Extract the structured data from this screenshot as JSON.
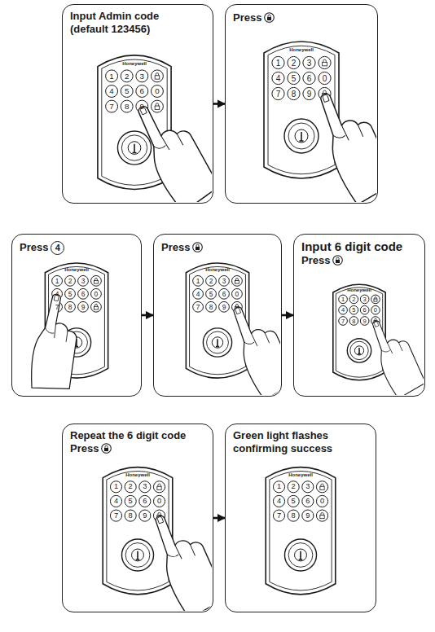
{
  "diagram": {
    "nodes": [
      {
        "text": [
          "Input Admin code (default 123456)"
        ]
      },
      {
        "text": [
          "Press"
        ]
      },
      {
        "text": [
          "Press",
          "4"
        ]
      },
      {
        "text": [
          "Press"
        ]
      },
      {
        "text": [
          "Input 6 digit code",
          "Press"
        ]
      },
      {
        "text": [
          "Repeat the 6 digit code",
          "Press"
        ]
      },
      {
        "text": [
          "Green light flashes confirming success"
        ]
      }
    ],
    "edges": [
      {
        "from": 0,
        "to": 1,
        "arrow": "to"
      },
      {
        "from": 2,
        "to": 3,
        "arrow": "to"
      },
      {
        "from": 3,
        "to": 4,
        "arrow": "to"
      },
      {
        "from": 5,
        "to": 6,
        "arrow": "to"
      }
    ],
    "labels": [
      "Honeywell",
      "1",
      "2",
      "3",
      "4",
      "5",
      "6",
      "0",
      "7",
      "8",
      "9",
      "Honeywell",
      "1",
      "2",
      "3",
      "4",
      "5",
      "6",
      "0",
      "7",
      "8",
      "9",
      "Honeywell",
      "1",
      "2",
      "3",
      "4",
      "5",
      "6",
      "0",
      "7",
      "8",
      "9",
      "Honeywell",
      "1",
      "2",
      "3",
      "4",
      "5",
      "6",
      "0",
      "7",
      "8",
      "9",
      "Honeywell",
      "1",
      "2",
      "3",
      "4",
      "5",
      "6",
      "0",
      "7",
      "8",
      "9",
      "Honeywell",
      "1",
      "2",
      "3",
      "4",
      "5",
      "6",
      "0",
      "7",
      "8",
      "9",
      "Honeywell",
      "1",
      "2",
      "3",
      "4",
      "5",
      "6",
      "0",
      "7",
      "8",
      "9"
    ]
  }
}
